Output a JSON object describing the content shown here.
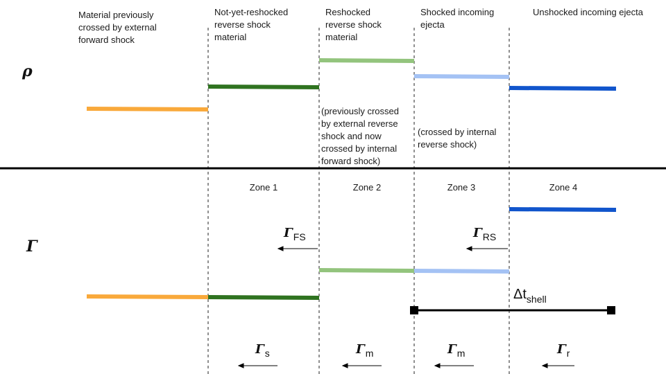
{
  "region_labels": [
    "Material previously\ncrossed by external\nforward shock",
    "Not-yet-reshocked\nreverse shock\nmaterial",
    "Reshocked\nreverse shock\nmaterial",
    "Shocked incoming\nejecta",
    "Unshocked incoming ejecta"
  ],
  "notes": {
    "reshocked": "(previously crossed\nby external reverse\nshock and now\ncrossed by internal\nforward shock)",
    "shocked": "(crossed by internal\nreverse shock)"
  },
  "zones": [
    "Zone 1",
    "Zone 2",
    "Zone 3",
    "Zone 4"
  ],
  "symbols": {
    "density": "ρ",
    "lorentz": "Γ"
  },
  "gamma_labels": {
    "fs": {
      "base": "Γ",
      "sub": "FS"
    },
    "rs": {
      "base": "Γ",
      "sub": "RS"
    },
    "s": {
      "base": "Γ",
      "sub": "s"
    },
    "m1": {
      "base": "Γ",
      "sub": "m"
    },
    "m2": {
      "base": "Γ",
      "sub": "m"
    },
    "r": {
      "base": "Γ",
      "sub": "r"
    }
  },
  "shell_label": {
    "base": "Δt",
    "sub": "shell"
  },
  "colors": {
    "orange": "#f9a93b",
    "dark_green": "#2f7320",
    "light_green": "#93c47d",
    "light_blue": "#a4c2f4",
    "blue": "#1155cc"
  }
}
